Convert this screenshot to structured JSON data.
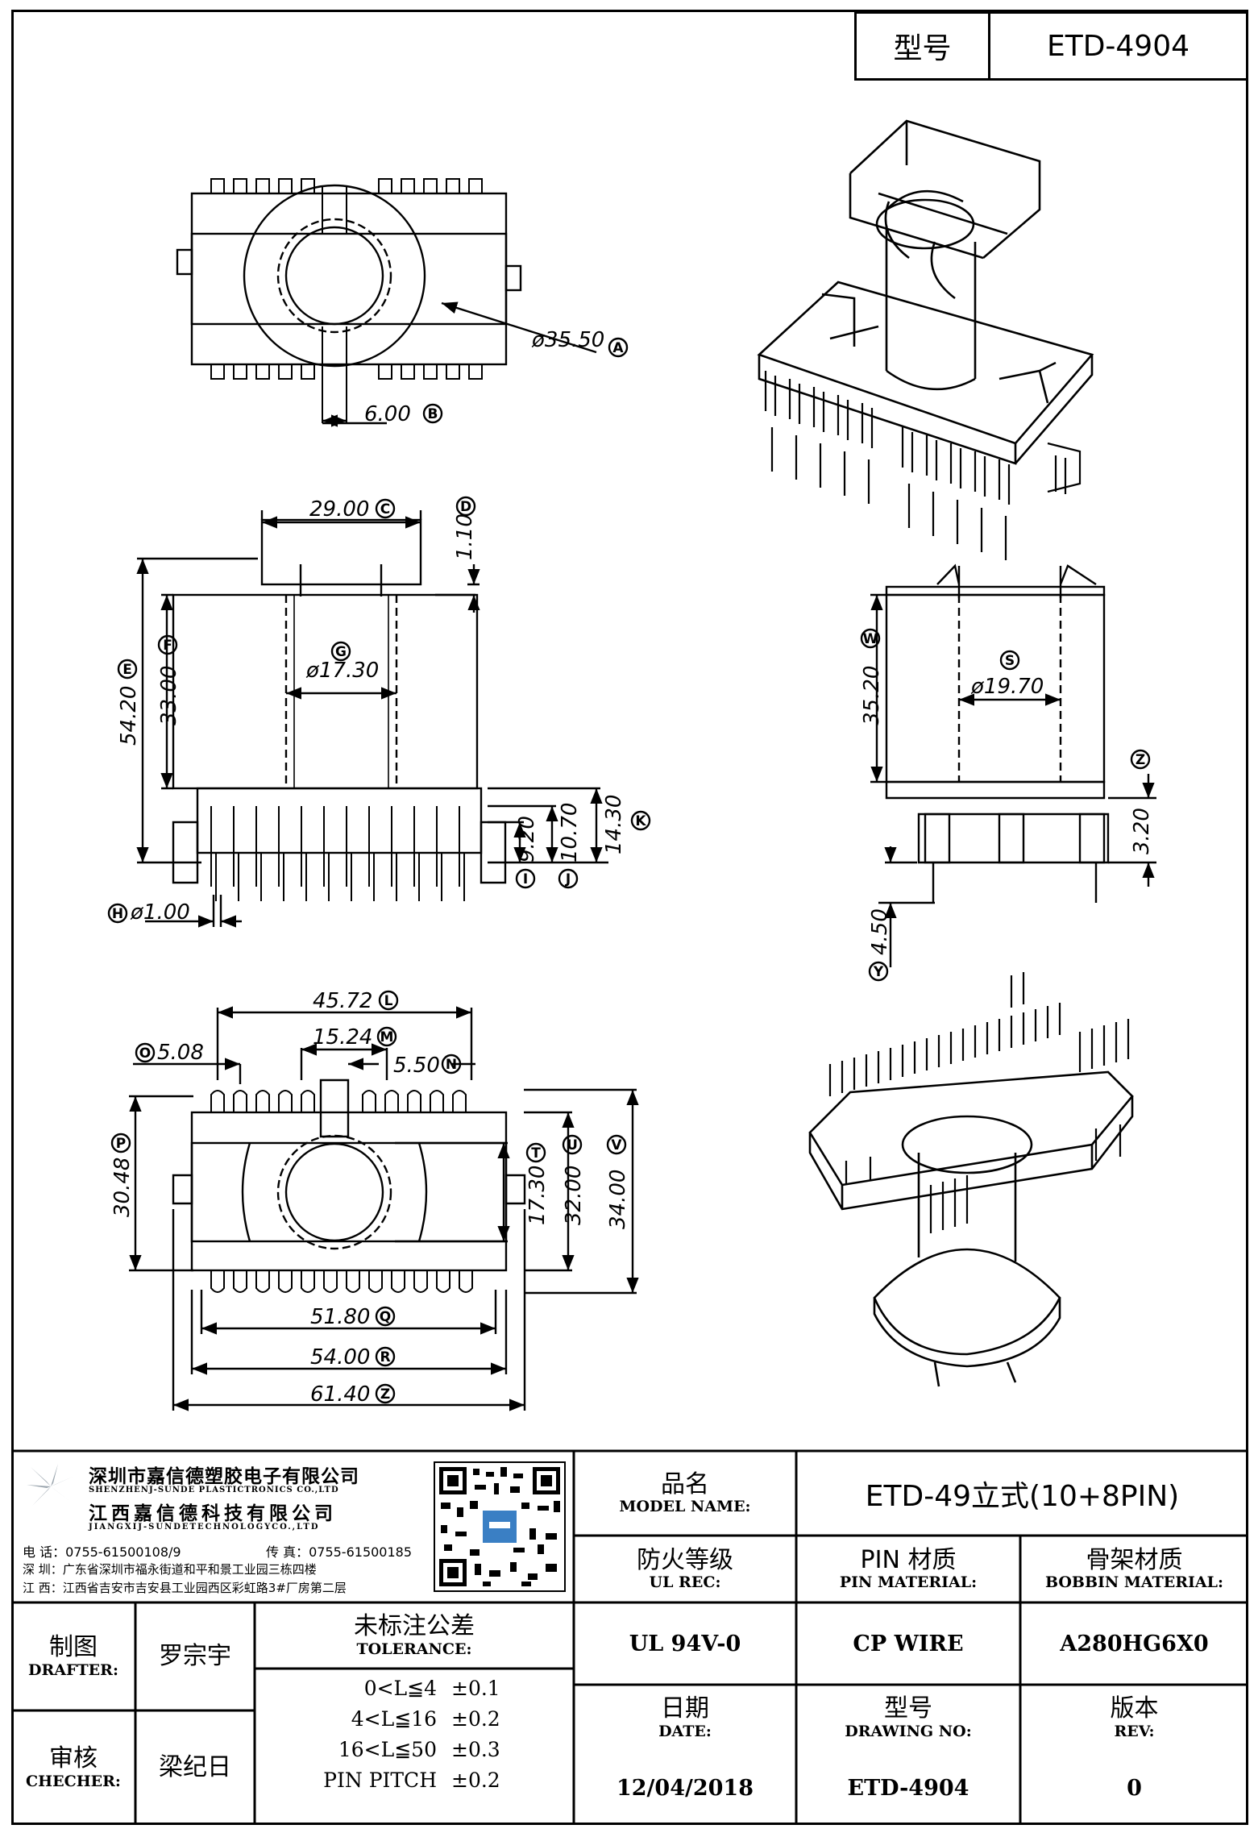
{
  "header": {
    "model_label": "型号",
    "model_value": "ETD-4904"
  },
  "dimensions": {
    "top_view": {
      "d1": "ø35.50",
      "d1_ref": "A",
      "d2": "6.00",
      "d2_ref": "B"
    },
    "front_view": {
      "w1": "29.00",
      "w1_ref": "C",
      "h_top": "1.10",
      "h_top_ref": "D",
      "h_total": "54.20",
      "h_total_ref": "E",
      "h_bobbin": "33.00",
      "h_bobbin_ref": "F",
      "bore": "ø17.30",
      "bore_ref": "G",
      "pin_d": "ø1.00",
      "pin_d_ref": "H",
      "h_base": "9.20",
      "h_base_ref": "I",
      "h_base2": "10.70",
      "h_base2_ref": "J",
      "h_flange": "14.30",
      "h_flange_ref": "K"
    },
    "side_view": {
      "h1": "35.20",
      "h1_ref": "W",
      "bore": "ø19.70",
      "bore_ref": "S",
      "h2": "3.20",
      "h2_ref": "Z",
      "pin_len": "4.50",
      "pin_len_ref": "Y"
    },
    "bottom_view": {
      "l1": "45.72",
      "l1_ref": "L",
      "l2": "15.24",
      "l2_ref": "M",
      "l3": "5.08",
      "l3_ref": "O",
      "l4": "5.50",
      "l4_ref": "N",
      "w1": "30.48",
      "w1_ref": "P",
      "w2": "17.30",
      "w2_ref": "T",
      "w3": "32.00",
      "w3_ref": "U",
      "w4": "34.00",
      "w4_ref": "V",
      "b1": "51.80",
      "b1_ref": "Q",
      "b2": "54.00",
      "b2_ref": "R",
      "b3": "61.40",
      "b3_ref": "Z"
    }
  },
  "company": {
    "name_cn": "深圳市嘉信德塑胶电子有限公司",
    "name_en": "SHENZHENJ-SUNDE PLASTICTRONICS CO.,LTD",
    "name2_cn": "江西嘉信德科技有限公司",
    "name2_en": "JIANGXIJ-SUNDETECHNOLOGYCO.,LTD",
    "tel": "电  话：0755-61500108/9",
    "fax": "传  真：0755-61500185",
    "addr_sz": "深  圳：广东省深圳市福永街道和平和景工业园三栋四楼",
    "addr_jx": "江  西：江西省吉安市吉安县工业园西区彩虹路3#厂房第二层"
  },
  "title_block": {
    "product_name_label_cn": "品名",
    "product_name_label_en": "MODEL NAME:",
    "product_name": "ETD-49立式(10+8PIN)",
    "ul_label_cn": "防火等级",
    "ul_label_en": "UL REC:",
    "ul_value": "UL 94V-0",
    "pin_label_cn": "PIN 材质",
    "pin_label_en": "PIN MATERIAL:",
    "pin_value": "CP WIRE",
    "bobbin_label_cn": "骨架材质",
    "bobbin_label_en": "BOBBIN MATERIAL:",
    "bobbin_value": "A280HG6X0",
    "drafter_label_cn": "制图",
    "drafter_label_en": "DRAFTER:",
    "drafter": "罗宗宇",
    "checker_label_cn": "审核",
    "checker_label_en": "CHECHER:",
    "checker": "梁纪日",
    "tolerance_label_cn": "未标注公差",
    "tolerance_label_en": "TOLERANCE:",
    "tolerances": [
      {
        "range": "0<L≦4",
        "value": "±0.1"
      },
      {
        "range": "4<L≦16",
        "value": "±0.2"
      },
      {
        "range": "16<L≦50",
        "value": "±0.3"
      },
      {
        "range": "PIN PITCH",
        "value": "±0.2"
      }
    ],
    "date_label_cn": "日期",
    "date_label_en": "DATE:",
    "date": "12/04/2018",
    "drawing_label_cn": "型号",
    "drawing_label_en": "DRAWING NO:",
    "drawing_no": "ETD-4904",
    "rev_label_cn": "版本",
    "rev_label_en": "REV:",
    "rev": "0"
  }
}
